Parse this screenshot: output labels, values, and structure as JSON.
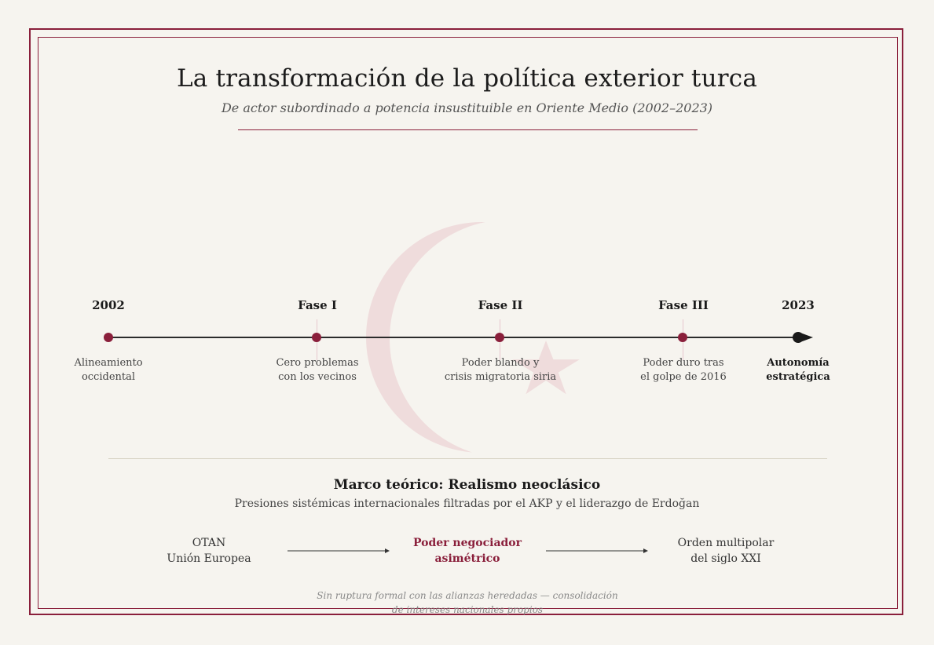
{
  "header": {
    "title": "La transformación de la política exterior turca",
    "subtitle": "De actor subordinado a potencia insustituible en Oriente Medio (2002–2023)"
  },
  "timeline": {
    "points": [
      {
        "label": "2002",
        "desc1": "Alineamiento",
        "desc2": "occidental"
      },
      {
        "label": "Fase I",
        "desc1": "Cero problemas",
        "desc2": "con los vecinos"
      },
      {
        "label": "Fase II",
        "desc1": "Poder blando y",
        "desc2": "crisis migratoria siria"
      },
      {
        "label": "Fase III",
        "desc1": "Poder duro tras",
        "desc2": "el golpe de 2016"
      },
      {
        "label": "2023",
        "desc1": "Autonomía",
        "desc2": "estratégica"
      }
    ]
  },
  "framework": {
    "title": "Marco teórico: Realismo neoclásico",
    "subtitle": "Presiones sistémicas internacionales filtradas por el AKP y el liderazgo de Erdoğan",
    "left": {
      "line1": "OTAN",
      "line2": "Unión Europea"
    },
    "center": {
      "line1": "Poder negociador",
      "line2": "asimétrico"
    },
    "right": {
      "line1": "Orden multipolar",
      "line2": "del siglo XXI"
    },
    "footnote": "Sin ruptura formal con las alianzas heredadas — consolidación de intereses nacionales propios"
  },
  "colors": {
    "accent": "#8a1f3b",
    "line": "#2b2b2b",
    "background": "#f6f4ef",
    "emblem": "#efdcdc"
  }
}
